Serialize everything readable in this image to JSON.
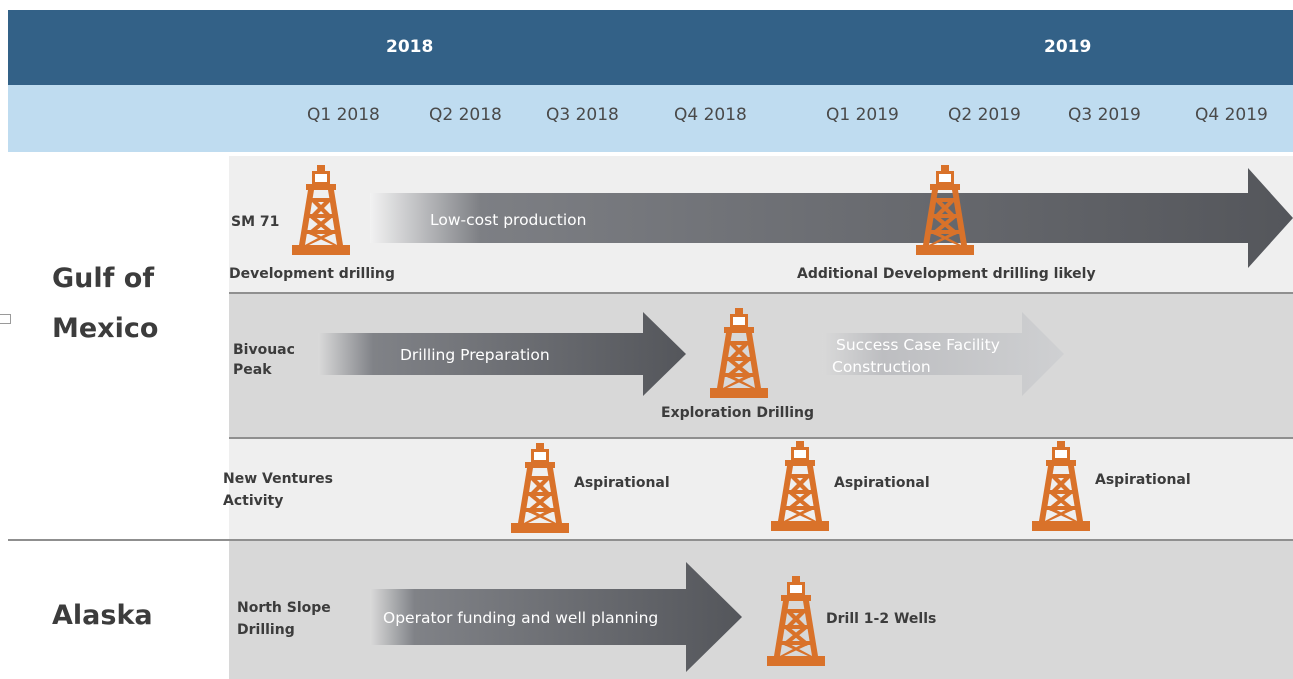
{
  "years": [
    "2018",
    "2019"
  ],
  "quarters": [
    "Q1 2018",
    "Q2 2018",
    "Q3 2018",
    "Q4 2018",
    "Q1 2019",
    "Q2 2019",
    "Q3 2019",
    "Q4 2019"
  ],
  "regions": [
    "Gulf of",
    "Mexico",
    "Alaska"
  ],
  "rows": {
    "sm71": {
      "label": "SM 71",
      "arrow": "Low-cost production",
      "rig1_caption": "Development  drilling",
      "rig2_caption": "Additional Development drilling likely"
    },
    "bivouac": {
      "label_line1": "Bivouac",
      "label_line2": "Peak",
      "arrow1": "Drilling Preparation",
      "rig_caption": "Exploration Drilling",
      "arrow2_line1": "Success Case Facility",
      "arrow2_line2": "Construction"
    },
    "ventures": {
      "label_line1": "New Ventures",
      "label_line2": "Activity",
      "captions": [
        "Aspirational",
        "Aspirational",
        "Aspirational"
      ]
    },
    "alaska": {
      "label_line1": "North Slope",
      "label_line2": "Drilling",
      "arrow": "Operator funding and well planning",
      "rig_caption": "Drill 1-2 Wells"
    }
  },
  "colors": {
    "year_band": "#336187",
    "quarter_band": "#bfdcf0",
    "rig": "#d9722a",
    "arrow_dark": "#55575c",
    "row_light": "#efefef",
    "row_dark": "#d8d8d8"
  }
}
